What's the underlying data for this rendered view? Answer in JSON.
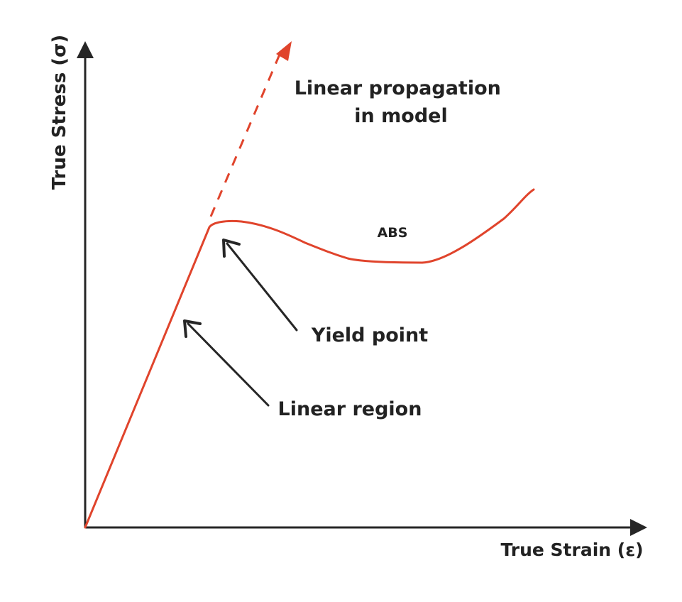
{
  "axes": {
    "y_label": "True Stress (σ)",
    "x_label": "True Strain (ε)"
  },
  "annotations": {
    "projection": [
      "Linear propagation",
      "in model"
    ],
    "material": "ABS",
    "yield": "Yield point",
    "linear": "Linear region"
  },
  "colors": {
    "curve": "#e0442c",
    "axis": "#262626",
    "text": "#222222"
  },
  "icons": {
    "axis_arrows": "triangle-arrowhead",
    "pointers": "open-chevron-arrow"
  }
}
